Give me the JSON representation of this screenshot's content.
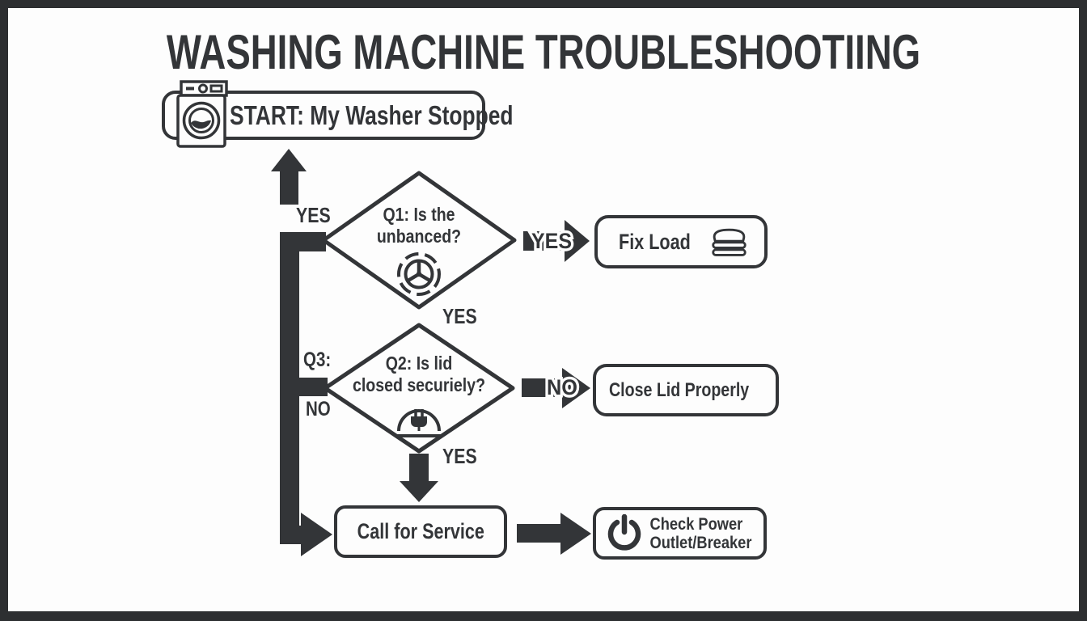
{
  "title": "WASHING MACHINE TROUBLESHOOTIING",
  "colors": {
    "ink": "#333538",
    "frame": "#2d2f31",
    "background": "#fdfdfd"
  },
  "nodes": {
    "start": {
      "label": "START: My Washer Stopped",
      "icon": "washing-machine"
    },
    "q1": {
      "line1": "Q1: Is the",
      "line2": "unbanced?",
      "icon": "spinning-drum"
    },
    "fix_load": {
      "label": "Fix Load",
      "icon": "folded-laundry"
    },
    "q2": {
      "line1": "Q2: Is lid",
      "line2": "closed securiely?",
      "icon": "closed-lid-plug"
    },
    "close_lid": {
      "label": "Close Lid Properly",
      "icon": "hand-pressing-lid"
    },
    "call_service": {
      "label": "Call for Service"
    },
    "check_power": {
      "line1": "Check Power",
      "line2": "Outlet/Breaker",
      "icon": "power-symbol"
    }
  },
  "edge_labels": {
    "loop_to_start": "YES",
    "q1_to_fix_load": "YES",
    "q1_to_q2": "YES",
    "q3": "Q3:",
    "q2_no_side": "NO",
    "q2_to_close_lid": "NO",
    "q2_to_call_service": "YES"
  }
}
